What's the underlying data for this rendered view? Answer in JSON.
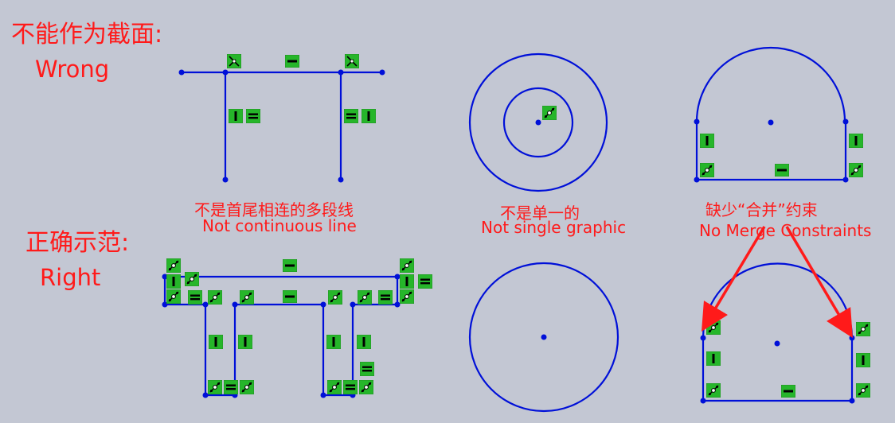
{
  "wrong_section": {
    "title_cn": "不能作为截面:",
    "title_en": "Wrong",
    "captions": [
      {
        "cn": "不是首尾相连的多段线",
        "en": "Not continuous line"
      },
      {
        "cn": "不是单一的",
        "en": "Not single graphic"
      },
      {
        "cn": "缺少“合并”约束",
        "en": "No Merge Constraints"
      }
    ]
  },
  "right_section": {
    "title_cn": "正确示范:",
    "title_en": "Right"
  },
  "colors": {
    "background": "#c3c7d3",
    "label_text": "#ff1a1a",
    "sketch_line": "#0010d8",
    "relation_badge": "#26b62a",
    "arrow": "#ff1a1a"
  }
}
